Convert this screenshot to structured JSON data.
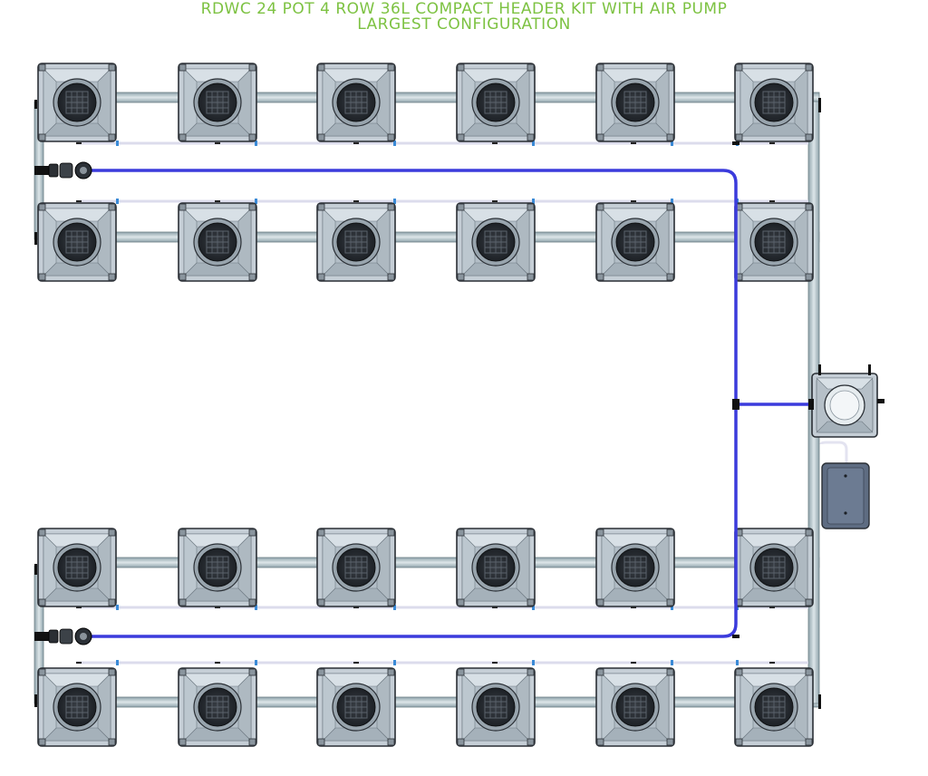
{
  "title": {
    "line1": "RDWC 24 POT 4 ROW 36L COMPACT HEADER KIT WITH AIR PUMP",
    "line2": "LARGEST CONFIGURATION"
  },
  "layout_summary": {
    "rows": 4,
    "pots_per_row": 6,
    "total_pots": 24
  },
  "colors": {
    "title": "#7dc242",
    "air_line": "#3b3bdc",
    "pot_body": "#c5ced6",
    "pot_outline": "#2a2f35",
    "pipe": "#b9c9cf",
    "water_line": "#e3e3f0",
    "connector_dot": "#3a8ad6",
    "air_pump": "#5e6c82"
  },
  "icons": {
    "pot": "square-pot-icon",
    "header_tank": "header-tank-icon",
    "air_pump": "air-pump-icon",
    "air_diffuser": "air-stone-icon"
  }
}
